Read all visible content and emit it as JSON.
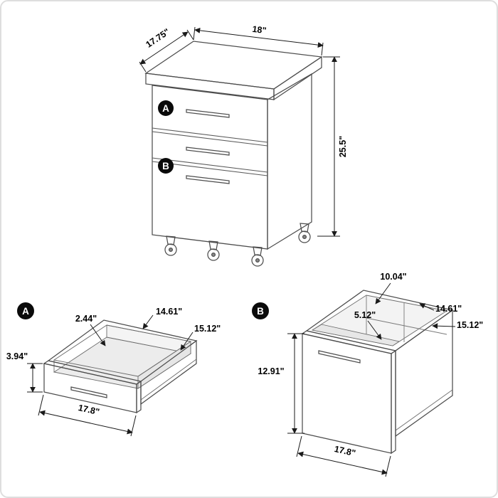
{
  "colors": {
    "line": "#4d4d4d",
    "dimension": "#1a1a1a",
    "badge": "#0a0a0a"
  },
  "cabinet": {
    "badge_a": "A",
    "badge_b": "B",
    "dim_depth": "17.75\"",
    "dim_width": "18\"",
    "dim_height": "25.5\""
  },
  "drawer_a": {
    "badge": "A",
    "dim_clearance": "2.44\"",
    "dim_inner_width": "14.61\"",
    "dim_inner_depth": "15.12\"",
    "dim_height": "3.94\"",
    "dim_width": "17.8\""
  },
  "drawer_b": {
    "badge": "B",
    "dim_back_height": "10.04\"",
    "dim_inner_height": "5.12\"",
    "dim_inner_width": "14.61\"",
    "dim_inner_depth": "15.12\"",
    "dim_height": "12.91\"",
    "dim_width": "17.8\""
  }
}
